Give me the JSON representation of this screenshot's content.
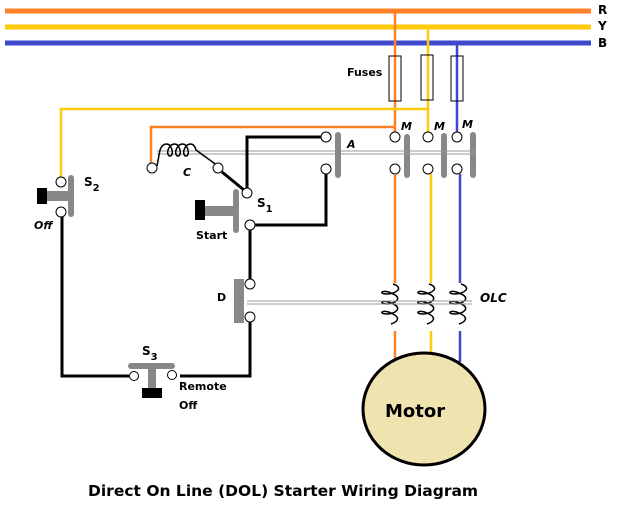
{
  "title": "Direct On Line (DOL) Starter Wiring Diagram",
  "colors": {
    "phase_r": "#FF8027",
    "phase_y": "#FFC90E",
    "phase_b": "#3F48CC",
    "control_wire": "#000000",
    "contact_gray": "#888888",
    "motor_fill": "#EFE4B0"
  },
  "supply_lines": [
    {
      "id": "R",
      "label": "R"
    },
    {
      "id": "Y",
      "label": "Y"
    },
    {
      "id": "B",
      "label": "B"
    }
  ],
  "labels": {
    "fuses": "Fuses",
    "main_contact": "M",
    "aux_contact": "A",
    "coil": "C",
    "overload_relay_contact": "D",
    "overload_coil": "OLC",
    "motor": "Motor"
  },
  "switches": {
    "s1": {
      "symbol": "S",
      "sub": "1",
      "caption": "Start"
    },
    "s2": {
      "symbol": "S",
      "sub": "2",
      "caption": "Off"
    },
    "s3": {
      "symbol": "S",
      "sub": "3",
      "caption_line1": "Remote",
      "caption_line2": "Off"
    }
  }
}
